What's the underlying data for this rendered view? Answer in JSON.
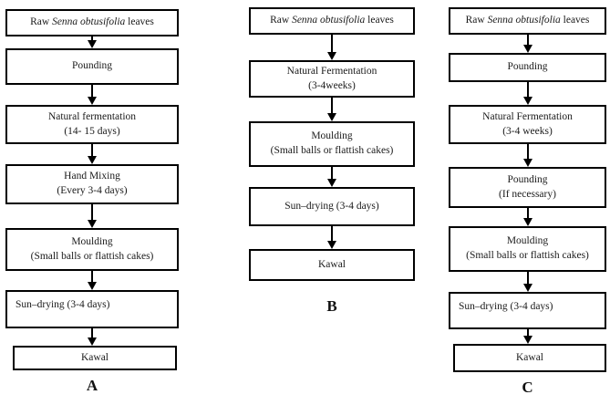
{
  "colors": {
    "background": "#ffffff",
    "box_border": "#000000",
    "text": "#1a1a1a"
  },
  "flowcharts": [
    {
      "label": "A",
      "steps": [
        {
          "prefix": "Raw ",
          "italic": "Senna obtusifolia",
          "suffix": " leaves"
        },
        {
          "line1": "Pounding"
        },
        {
          "line1": "Natural fermentation",
          "line2": "(14- 15 days)"
        },
        {
          "line1": "Hand Mixing",
          "line2": "(Every 3-4 days)"
        },
        {
          "line1": "Moulding",
          "line2": "(Small balls or flattish cakes)"
        },
        {
          "line1": "Sun–drying (3-4 days)"
        },
        {
          "line1": "Kawal"
        }
      ]
    },
    {
      "label": "B",
      "steps": [
        {
          "prefix": "Raw ",
          "italic": "Senna obtusifolia",
          "suffix": " leaves"
        },
        {
          "line1": "Natural Fermentation",
          "line2": "(3-4weeks)"
        },
        {
          "line1": "Moulding",
          "line2": "(Small balls or flattish cakes)"
        },
        {
          "line1": "Sun–drying (3-4 days)"
        },
        {
          "line1": "Kawal"
        }
      ]
    },
    {
      "label": "C",
      "steps": [
        {
          "prefix": "Raw ",
          "italic": "Senna obtusifolia",
          "suffix": " leaves"
        },
        {
          "line1": "Pounding"
        },
        {
          "line1": "Natural Fermentation",
          "line2": "(3-4 weeks)"
        },
        {
          "line1": "Pounding",
          "line2": "(If necessary)"
        },
        {
          "line1": "Moulding",
          "line2": "(Small balls or flattish cakes)"
        },
        {
          "line1": "Sun–drying (3-4 days)"
        },
        {
          "line1": "Kawal"
        }
      ]
    }
  ]
}
